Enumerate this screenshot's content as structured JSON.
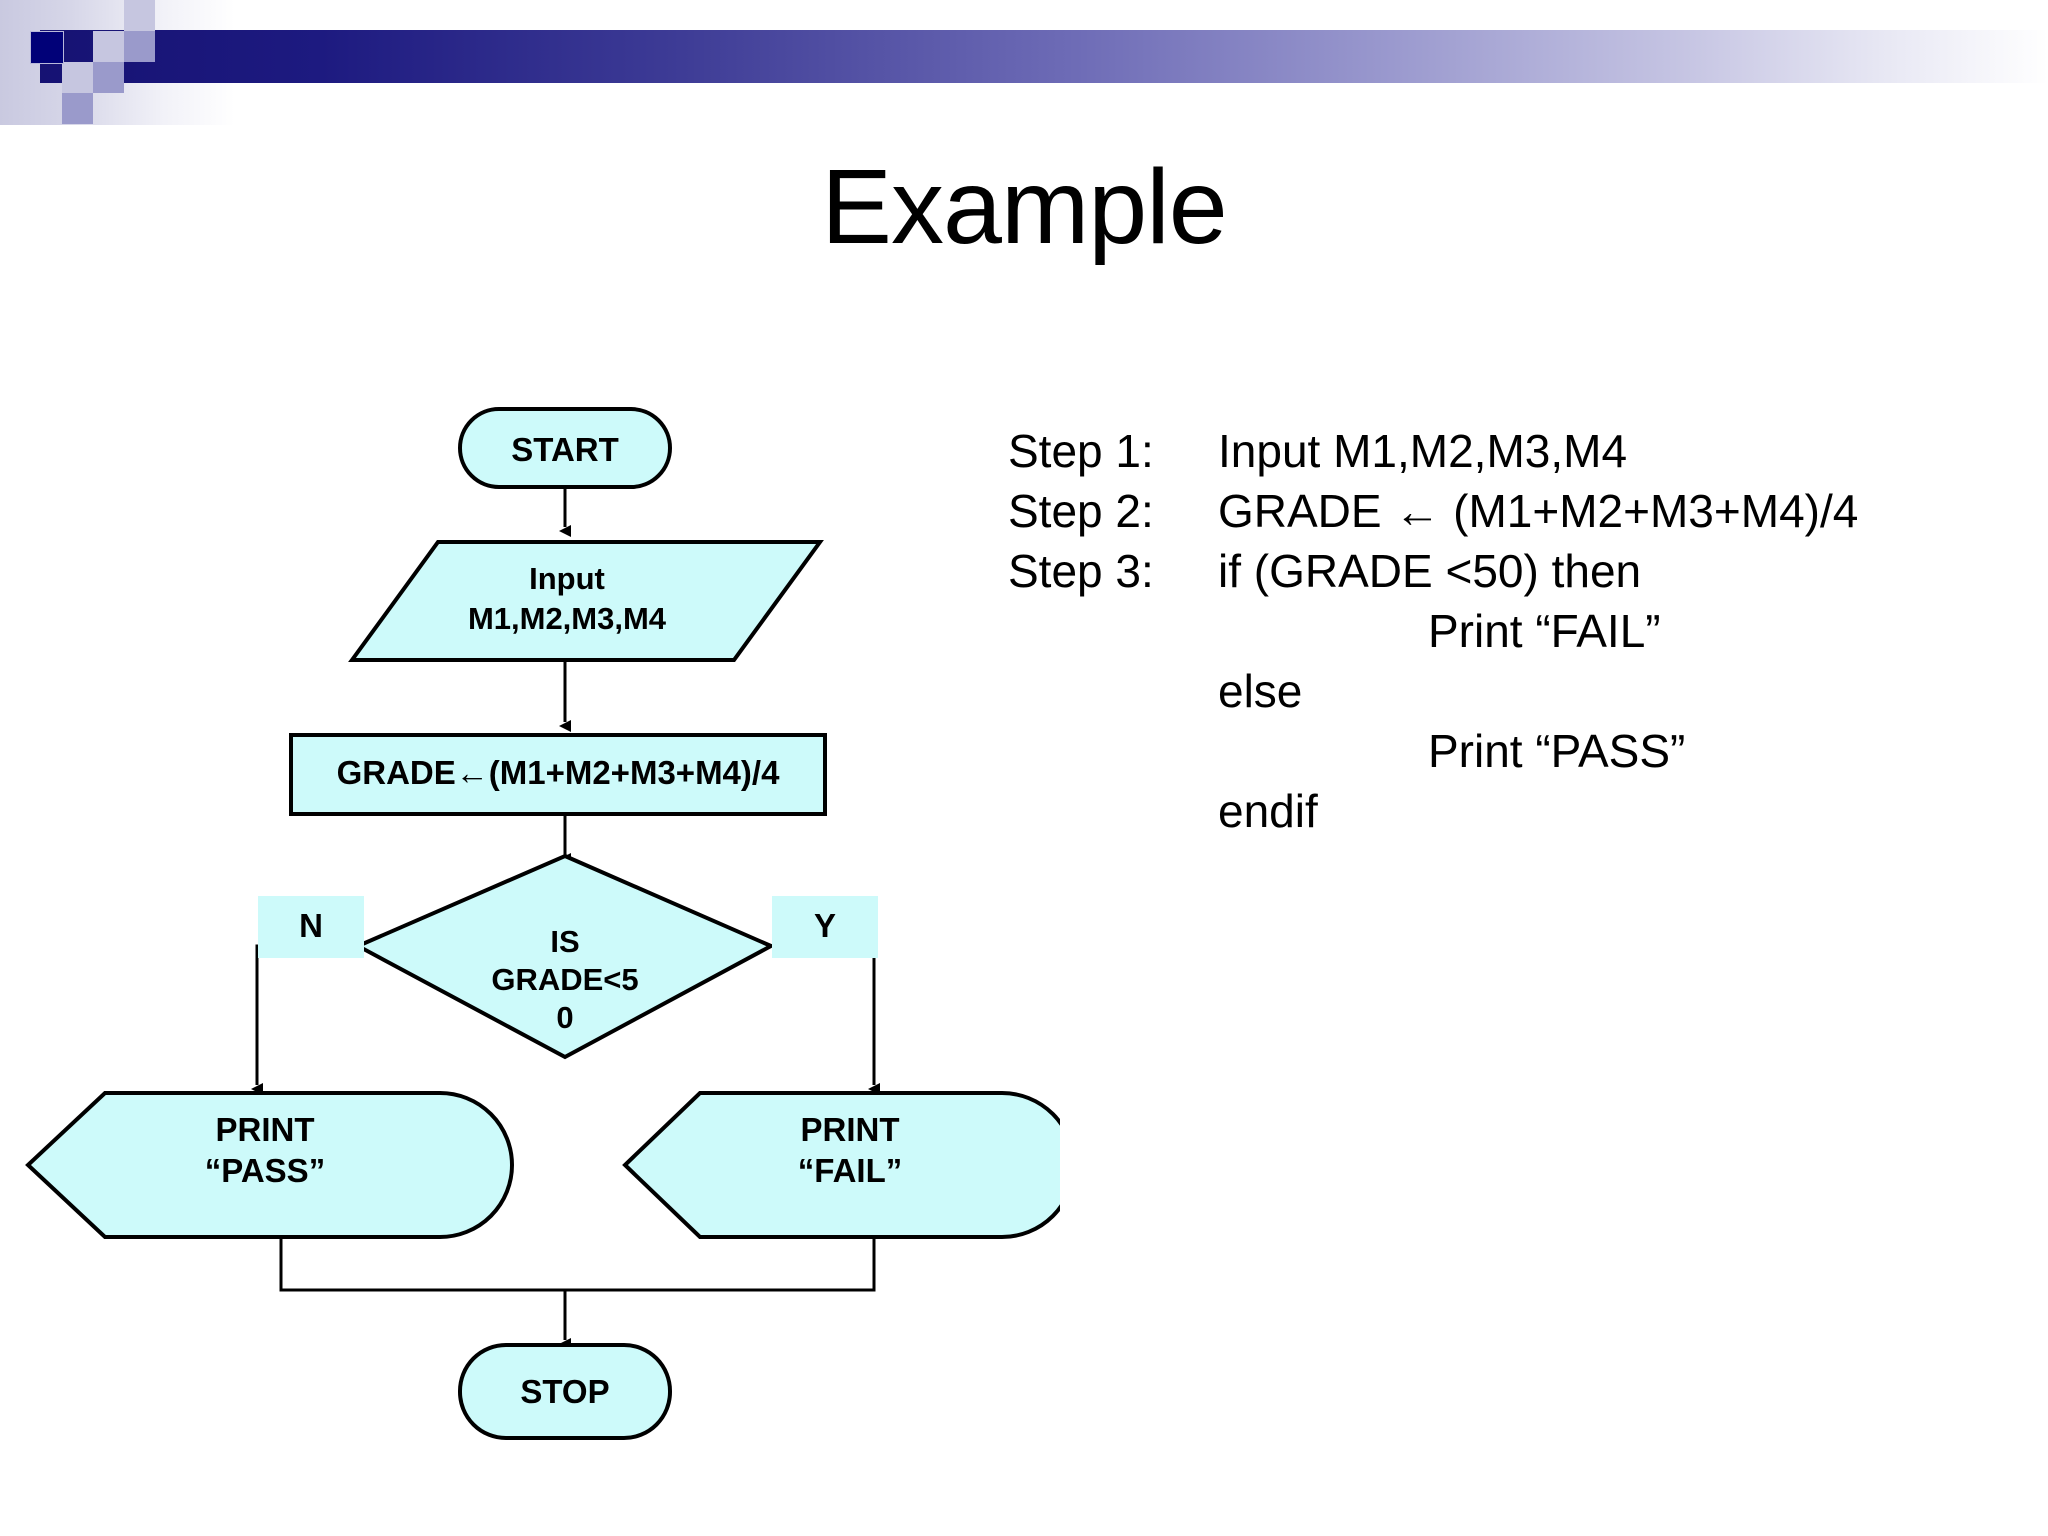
{
  "slide": {
    "title": "Example",
    "background": "#ffffff",
    "accent_dark": "#010178",
    "accent_mid": "#9a9acb",
    "accent_light": "#c6c6e0",
    "shape_fill": "#cdfafa",
    "shape_stroke": "#000000"
  },
  "flowchart": {
    "nodes": [
      {
        "id": "start",
        "shape": "terminator",
        "text": "START"
      },
      {
        "id": "input",
        "shape": "parallelogram",
        "line1": "Input",
        "line2": "M1,M2,M3,M4"
      },
      {
        "id": "process",
        "shape": "rectangle",
        "text": "GRADE←(M1+M2+M3+M4)/4"
      },
      {
        "id": "decision",
        "shape": "diamond",
        "line1": "IS",
        "line2": "GRADE<5",
        "line3": "0"
      },
      {
        "id": "print_pass",
        "shape": "display",
        "line1": "PRINT",
        "line2": "“PASS”"
      },
      {
        "id": "print_fail",
        "shape": "display",
        "line1": "PRINT",
        "line2": "“FAIL”"
      },
      {
        "id": "stop",
        "shape": "terminator",
        "text": "STOP"
      }
    ],
    "branch_labels": {
      "no": "N",
      "yes": "Y"
    }
  },
  "pseudocode": {
    "lines": [
      {
        "step": "Step 1:",
        "body": "Input M1,M2,M3,M4",
        "indent": "col"
      },
      {
        "step": "Step 2:",
        "body": "GRADE ← (M1+M2+M3+M4)/4",
        "indent": "col"
      },
      {
        "step": "Step 3:",
        "body": "if (GRADE <50) then",
        "indent": "col"
      },
      {
        "step": "",
        "body": "Print “FAIL”",
        "indent": "deep"
      },
      {
        "step": "",
        "body": "else",
        "indent": "mid"
      },
      {
        "step": "",
        "body": "Print “PASS”",
        "indent": "deep2"
      },
      {
        "step": "",
        "body": "endif",
        "indent": "mid"
      }
    ]
  }
}
